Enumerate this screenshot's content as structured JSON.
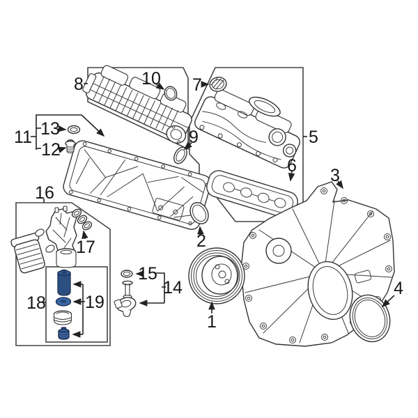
{
  "diagram_type": "engine-parts-exploded-diagram",
  "colors": {
    "background": "#ffffff",
    "line": "#333333",
    "label": "#151515",
    "highlight_fill": "#35598f",
    "highlight_fill_light": "#4f7ab1",
    "highlight_stroke": "#14294d"
  },
  "callouts": [
    {
      "number": "1"
    },
    {
      "number": "2"
    },
    {
      "number": "3"
    },
    {
      "number": "4"
    },
    {
      "number": "5"
    },
    {
      "number": "6"
    },
    {
      "number": "7"
    },
    {
      "number": "8"
    },
    {
      "number": "9"
    },
    {
      "number": "10"
    },
    {
      "number": "11"
    },
    {
      "number": "12"
    },
    {
      "number": "13"
    },
    {
      "number": "14"
    },
    {
      "number": "15"
    },
    {
      "number": "16"
    },
    {
      "number": "17"
    },
    {
      "number": "18"
    },
    {
      "number": "19"
    }
  ]
}
